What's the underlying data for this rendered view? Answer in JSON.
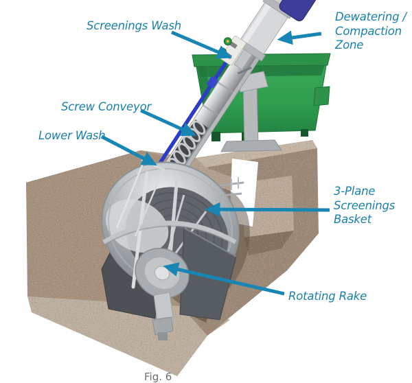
{
  "figure": {
    "type": "technical-diagram",
    "subject": "Inclined screw screen installed in a concrete channel discharging to a screenings container",
    "caption_partial": "Fig. 6",
    "colors": {
      "label_text": "#1a80ad",
      "arrow": "#1786b5",
      "concrete_base": "#b3a292",
      "concrete_inner_wall": "#a6927e",
      "concrete_light_face": "#bfb1a1",
      "concrete_right_face": "#9d8977",
      "container_green": "#2f9e4d",
      "machine_gray": "#cfd1d3",
      "pipe_blue": "#2b3dc6",
      "motor_blue": "#3c3e9a",
      "background": "#ffffff"
    }
  },
  "callouts": [
    {
      "id": "screenings-wash",
      "text": "Screenings Wash"
    },
    {
      "id": "dewatering-compaction-zone",
      "text": "Dewatering /\nCompaction\nZone"
    },
    {
      "id": "screw-conveyor",
      "text": "Screw Conveyor"
    },
    {
      "id": "lower-wash",
      "text": "Lower Wash"
    },
    {
      "id": "three-plane-screenings-basket",
      "text": "3-Plane\nScreenings\nBasket"
    },
    {
      "id": "rotating-rake",
      "text": "Rotating Rake"
    }
  ],
  "components": [
    "concrete-channel",
    "screenings-container",
    "support-stand",
    "screw-conveyor-tube",
    "wash-water-pipe",
    "screenings-wash-valves",
    "dewatering-compaction-housing",
    "drive-motor",
    "three-plane-screenings-basket",
    "rotating-rake-assembly",
    "lower-wash-pipe",
    "deflector-scoops"
  ]
}
